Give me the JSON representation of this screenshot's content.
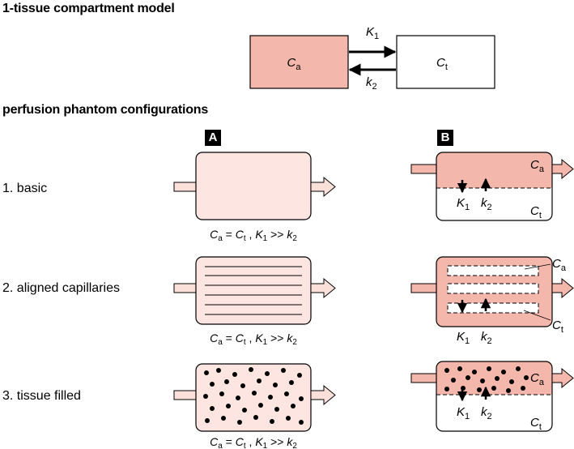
{
  "model": {
    "title": "1-tissue compartment model",
    "arterial_symbol": "C",
    "arterial_sub": "a",
    "tissue_symbol": "C",
    "tissue_sub": "t",
    "K1_symbol": "K",
    "K1_sub": "1",
    "k2_symbol": "k",
    "k2_sub": "2"
  },
  "configurations": {
    "title": "perfusion phantom configurations",
    "col_a": "A",
    "col_b": "B",
    "rows": [
      {
        "label": "1. basic"
      },
      {
        "label": "2. aligned capillaries"
      },
      {
        "label": "3. tissue filled"
      }
    ],
    "caption": {
      "ca": "C",
      "ca_sub": "a",
      "eq": " = ",
      "ct": "C",
      "ct_sub": "t",
      "sep": " , ",
      "K1": "K",
      "K1_sub": "1",
      "rel": " >> ",
      "k2": "k",
      "k2_sub": "2"
    }
  },
  "colors": {
    "arterial_fill": "#f4b7ab",
    "light_fill": "#fde6e2",
    "arrow_fill": "#fbe0da",
    "stroke": "#000000"
  }
}
